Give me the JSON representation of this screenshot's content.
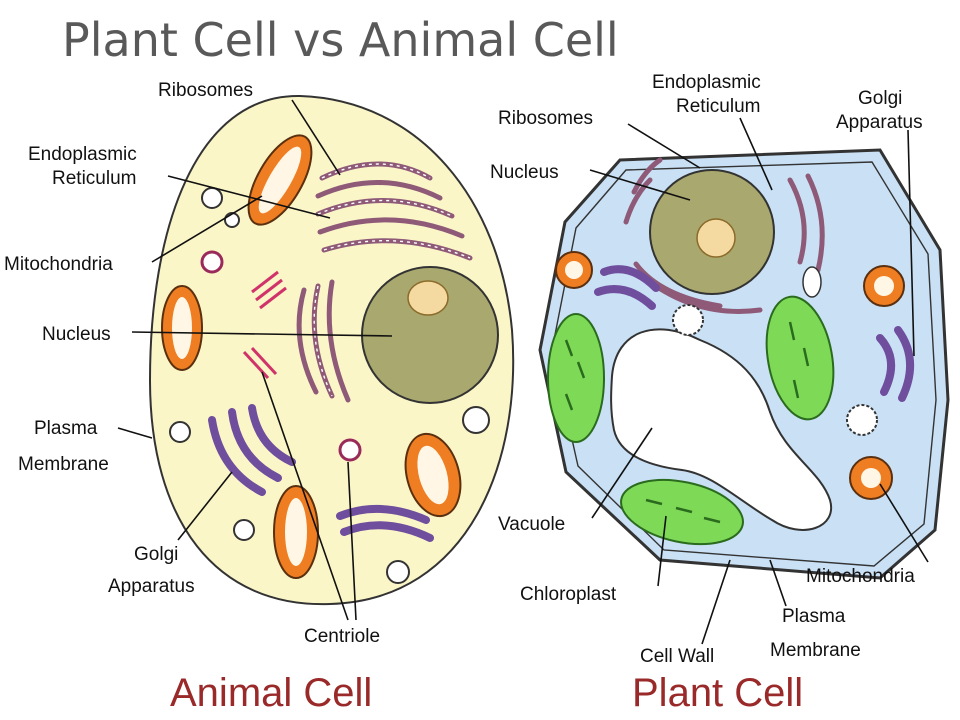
{
  "title": "Plant Cell vs Animal Cell",
  "animal": {
    "caption": "Animal Cell",
    "labels": {
      "ribosomes": "Ribosomes",
      "er_line1": "Endoplasmic",
      "er_line2": "Reticulum",
      "mitochondria": "Mitochondria",
      "nucleus": "Nucleus",
      "plasma_line1": "Plasma",
      "plasma_line2": "Membrane",
      "golgi_line1": "Golgi",
      "golgi_line2": "Apparatus",
      "centriole": "Centriole"
    }
  },
  "plant": {
    "caption": "Plant Cell",
    "labels": {
      "er_line1": "Endoplasmic",
      "er_line2": "Reticulum",
      "golgi_line1": "Golgi",
      "golgi_line2": "Apparatus",
      "ribosomes": "Ribosomes",
      "nucleus": "Nucleus",
      "vacuole": "Vacuole",
      "chloroplast": "Chloroplast",
      "cell_wall": "Cell Wall",
      "mitochondria": "Mitochondria",
      "plasma_line1": "Plasma",
      "plasma_line2": "Membrane"
    }
  },
  "colors": {
    "animal_cytoplasm": "#fbf6c8",
    "plant_cytoplasm": "#c9e0f5",
    "nucleus": "#a9a86e",
    "mitochondria": "#ef7d22",
    "golgi": "#6f4e9e",
    "chloroplast": "#7ed957",
    "er": "#8e5a78",
    "caption": "#9a2a2a",
    "title": "#595959"
  }
}
